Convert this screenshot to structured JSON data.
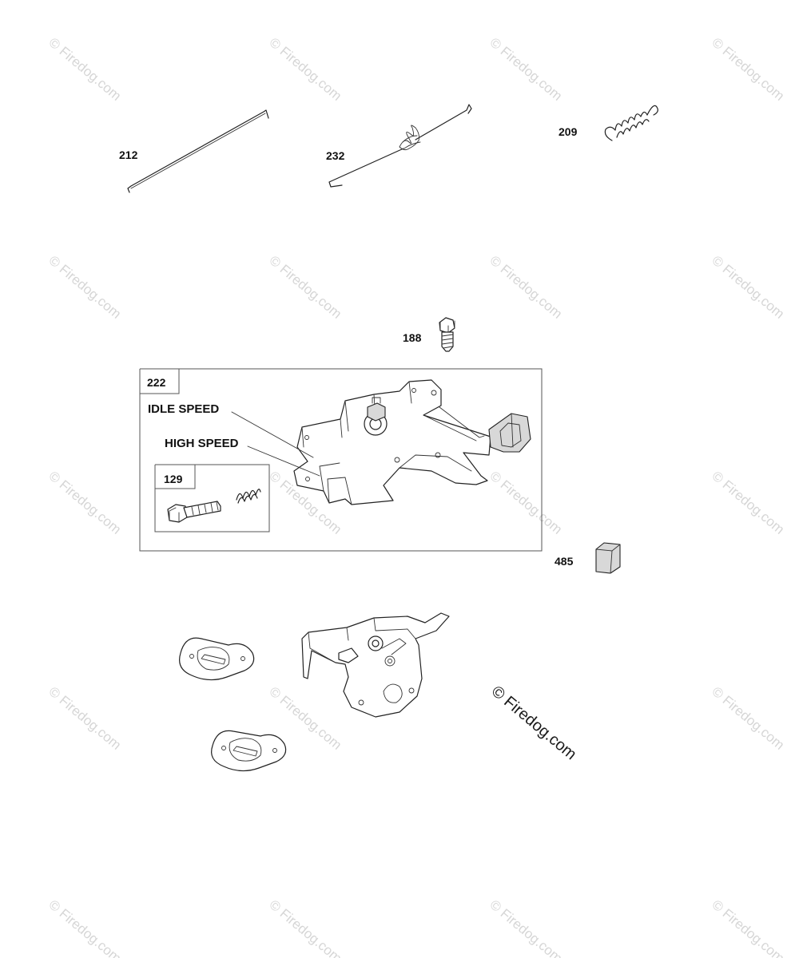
{
  "parts": {
    "p212": "212",
    "p232": "232",
    "p209": "209",
    "p188": "188",
    "p222": "222",
    "p129": "129",
    "p485": "485"
  },
  "callouts": {
    "idle_speed": "IDLE SPEED",
    "high_speed": "HIGH SPEED"
  },
  "watermark": {
    "text": "© Firedog.com"
  }
}
